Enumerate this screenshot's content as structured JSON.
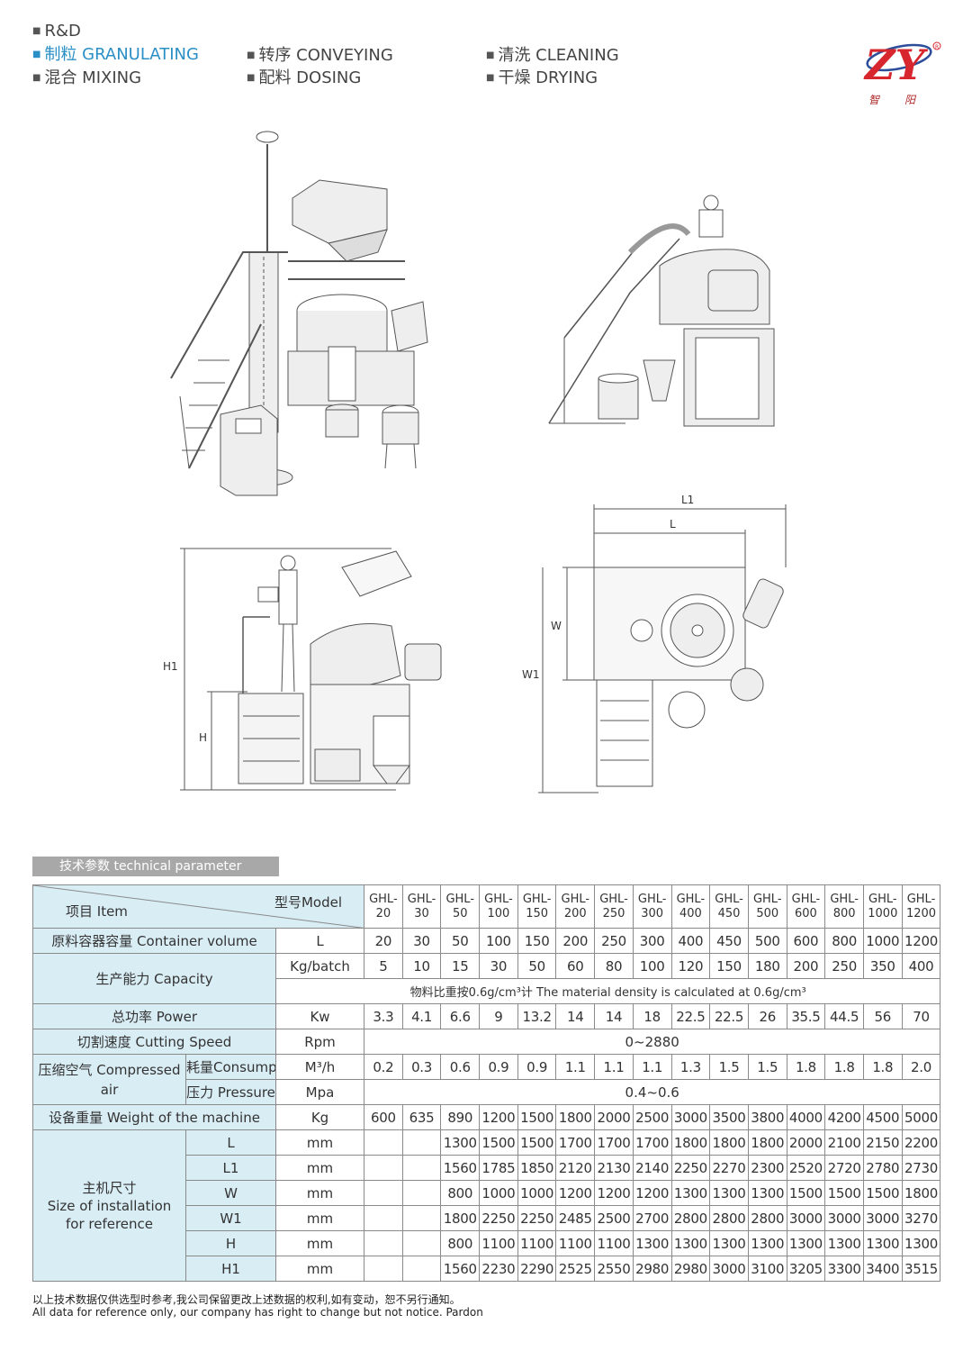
{
  "header": {
    "categories": [
      {
        "label": "R&D",
        "active": false
      },
      {
        "label": "制粒 GRANULATING",
        "active": true
      },
      {
        "label": "混合  MIXING",
        "active": false
      },
      {
        "label": "转序  CONVEYING",
        "active": false
      },
      {
        "label": "配料  DOSING",
        "active": false
      },
      {
        "label": "清洗  CLEANING",
        "active": false
      },
      {
        "label": "干燥  DRYING",
        "active": false
      }
    ],
    "logo": {
      "mark": "ZY",
      "sub": "智阳",
      "accent": "#d7262d"
    }
  },
  "drawings": {
    "dims": {
      "l1": "L1",
      "l": "L",
      "w": "W",
      "w1": "W1",
      "h1": "H1",
      "h": "H"
    }
  },
  "section": {
    "title": "技术参数  technical parameter"
  },
  "table": {
    "model_header": "型号Model",
    "item_header": "项目 Item",
    "models": [
      "GHL-20",
      "GHL-30",
      "GHL-50",
      "GHL-100",
      "GHL-150",
      "GHL-200",
      "GHL-250",
      "GHL-300",
      "GHL-400",
      "GHL-450",
      "GHL-500",
      "GHL-600",
      "GHL-800",
      "GHL-1000",
      "GHL-1200"
    ],
    "container": {
      "label": "原料容器容量 Container volume",
      "unit": "L",
      "values": [
        "20",
        "30",
        "50",
        "100",
        "150",
        "200",
        "250",
        "300",
        "400",
        "450",
        "500",
        "600",
        "800",
        "1000",
        "1200"
      ]
    },
    "capacity": {
      "label": "生产能力 Capacity",
      "unit": "Kg/batch",
      "values": [
        "5",
        "10",
        "15",
        "30",
        "50",
        "60",
        "80",
        "100",
        "120",
        "150",
        "180",
        "200",
        "250",
        "350",
        "400"
      ],
      "note": "物料比重按0.6g/cm³计 The material density is calculated at 0.6g/cm³"
    },
    "power": {
      "label": "总功率 Power",
      "unit": "Kw",
      "values": [
        "3.3",
        "4.1",
        "6.6",
        "9",
        "13.2",
        "14",
        "14",
        "18",
        "22.5",
        "22.5",
        "26",
        "35.5",
        "44.5",
        "56",
        "70"
      ]
    },
    "cutting": {
      "label": "切割速度 Cutting Speed",
      "unit": "Rpm",
      "value": "0~2880"
    },
    "air": {
      "label": "压缩空气 Compressed air",
      "consumption": {
        "label": "耗量Consumption",
        "unit": "M³/h",
        "values": [
          "0.2",
          "0.3",
          "0.6",
          "0.9",
          "0.9",
          "1.1",
          "1.1",
          "1.1",
          "1.3",
          "1.5",
          "1.5",
          "1.8",
          "1.8",
          "1.8",
          "2.0"
        ]
      },
      "pressure": {
        "label": "压力 Pressure",
        "unit": "Mpa",
        "value": "0.4~0.6"
      }
    },
    "weight": {
      "label": "设备重量 Weight of the machine",
      "unit": "Kg",
      "values": [
        "600",
        "635",
        "890",
        "1200",
        "1500",
        "1800",
        "2000",
        "2500",
        "3000",
        "3500",
        "3800",
        "4000",
        "4200",
        "4500",
        "5000"
      ]
    },
    "size": {
      "label_cn": "主机尺寸",
      "label_en1": "Size of installation",
      "label_en2": "for reference",
      "rows": [
        {
          "dim": "L",
          "unit": "mm",
          "values": [
            "",
            "",
            "1300",
            "1500",
            "1500",
            "1700",
            "1700",
            "1700",
            "1800",
            "1800",
            "1800",
            "2000",
            "2100",
            "2150",
            "2200"
          ]
        },
        {
          "dim": "L1",
          "unit": "mm",
          "values": [
            "",
            "",
            "1560",
            "1785",
            "1850",
            "2120",
            "2130",
            "2140",
            "2250",
            "2270",
            "2300",
            "2520",
            "2720",
            "2780",
            "2730"
          ]
        },
        {
          "dim": "W",
          "unit": "mm",
          "values": [
            "",
            "",
            "800",
            "1000",
            "1000",
            "1200",
            "1200",
            "1200",
            "1300",
            "1300",
            "1300",
            "1500",
            "1500",
            "1500",
            "1800"
          ]
        },
        {
          "dim": "W1",
          "unit": "mm",
          "values": [
            "",
            "",
            "1800",
            "2250",
            "2250",
            "2485",
            "2500",
            "2700",
            "2800",
            "2800",
            "2800",
            "3000",
            "3000",
            "3000",
            "3270"
          ]
        },
        {
          "dim": "H",
          "unit": "mm",
          "values": [
            "",
            "",
            "800",
            "1100",
            "1100",
            "1100",
            "1100",
            "1300",
            "1300",
            "1300",
            "1300",
            "1300",
            "1300",
            "1300",
            "1300"
          ]
        },
        {
          "dim": "H1",
          "unit": "mm",
          "values": [
            "",
            "",
            "1560",
            "2230",
            "2290",
            "2525",
            "2550",
            "2980",
            "2980",
            "3000",
            "3100",
            "3205",
            "3300",
            "3400",
            "3515"
          ]
        }
      ]
    }
  },
  "footer": {
    "cn": "以上技术数据仅供选型时参考,我公司保留更改上述数据的权利,如有变动，恕不另行通知。",
    "en": "All data for reference only, our company has right to change but not notice. Pardon"
  }
}
